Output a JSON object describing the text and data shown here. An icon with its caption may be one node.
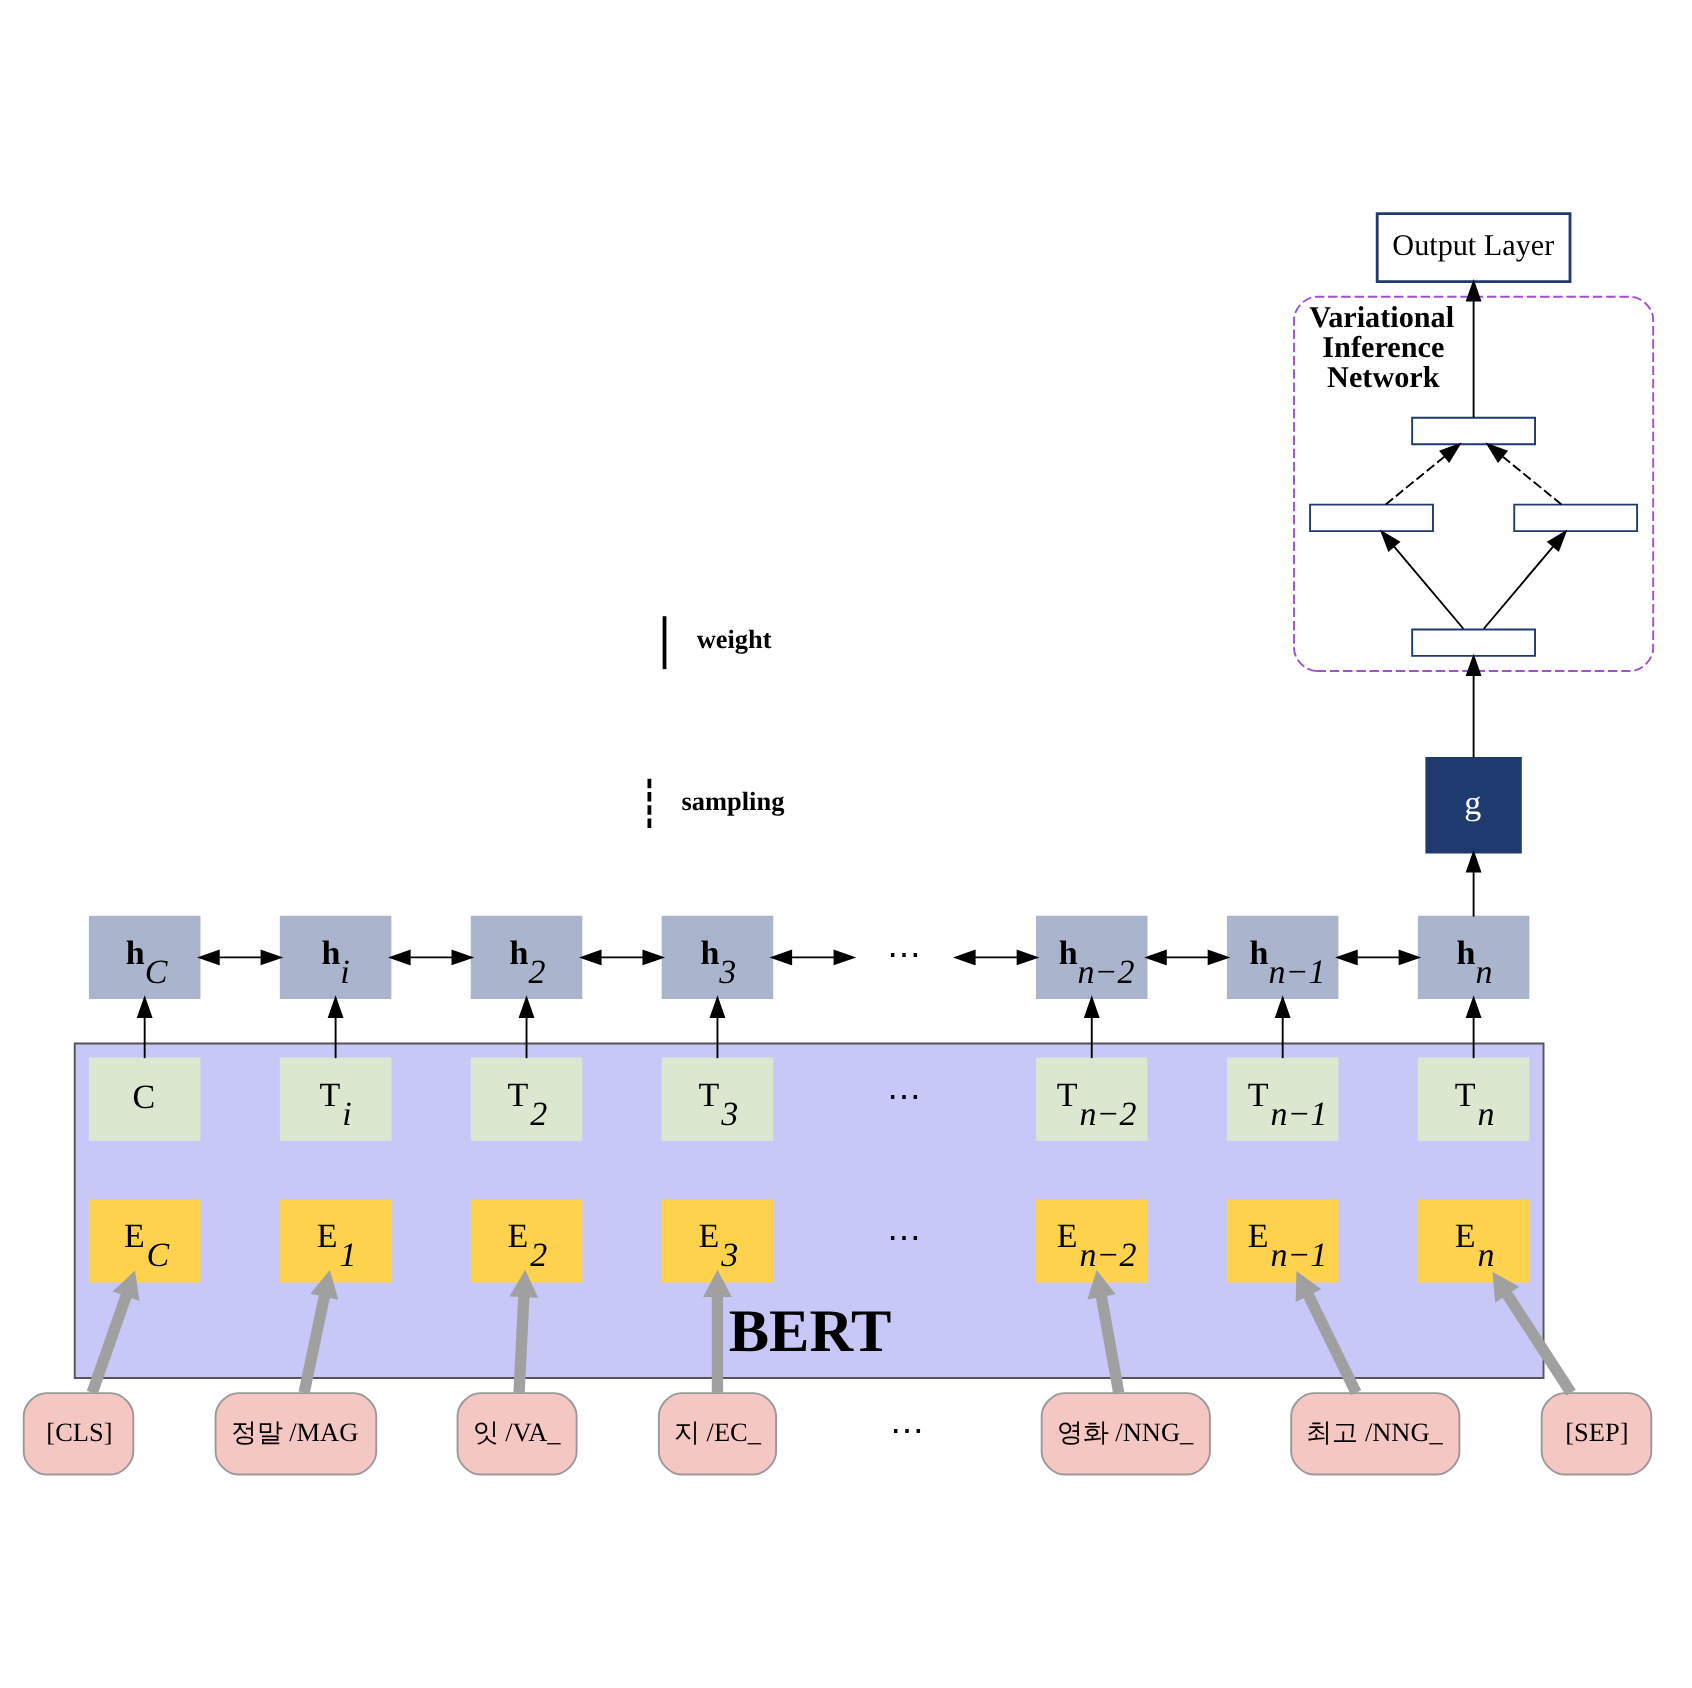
{
  "diagram": {
    "nodes": [
      {
        "text": [
          "BERT"
        ]
      },
      {
        "text": [
          "E$_{C}$"
        ],
        "in": 0
      },
      {
        "text": [
          "E$_{1}$"
        ],
        "in": 0
      },
      {
        "text": [
          "E$_{2}$"
        ],
        "in": 0
      },
      {
        "text": [
          "E$_{3}$"
        ],
        "in": 0
      },
      {
        "text": [
          "E$_{n−2}$"
        ],
        "in": 0
      },
      {
        "text": [
          "E$_{n−1}$"
        ],
        "in": 0
      },
      {
        "text": [
          "E$_{n}$"
        ],
        "in": 0
      },
      {
        "text": [
          "C"
        ],
        "in": 0
      },
      {
        "text": [
          "T$_{i}$"
        ],
        "in": 0
      },
      {
        "text": [
          "T$_{2}$"
        ],
        "in": 0
      },
      {
        "text": [
          "T$_{3}$"
        ],
        "in": 0
      },
      {
        "text": [
          "T$_{n−2}$"
        ],
        "in": 0
      },
      {
        "text": [
          "T$_{n−1}$"
        ],
        "in": 0
      },
      {
        "text": [
          "T$_{n}$"
        ],
        "in": 0
      },
      {
        "text": [
          "**h**$_{C}$"
        ]
      },
      {
        "text": [
          "**h**$_{i}$"
        ]
      },
      {
        "text": [
          "**h**$_{2}$"
        ]
      },
      {
        "text": [
          "**h**$_{3}$"
        ]
      },
      {
        "text": [
          "⋯"
        ]
      },
      {
        "text": [
          "**h**$_{n−2}$"
        ]
      },
      {
        "text": [
          "**h**$_{n−1}$"
        ]
      },
      {
        "text": [
          "**h**$_{n}$"
        ]
      },
      {
        "text": [
          "[CLS]"
        ]
      },
      {
        "text": [
          "정말 /MAG"
        ]
      },
      {
        "text": [
          "잇 /VA_"
        ]
      },
      {
        "text": [
          "지 /EC_"
        ]
      },
      {
        "text": [
          "영화 /NNG_"
        ]
      },
      {
        "text": [
          "최고 /NNG_"
        ]
      },
      {
        "text": [
          "[SEP]"
        ]
      },
      {
        "text": [
          "g"
        ]
      },
      {
        "text": [
          "Variational Inference Network"
        ]
      },
      {
        "text": [],
        "shape": "box",
        "in": 31
      },
      {
        "text": [],
        "shape": "box",
        "in": 31
      },
      {
        "text": [],
        "shape": "box",
        "in": 31
      },
      {
        "text": [],
        "shape": "box",
        "in": 31
      },
      {
        "text": [
          "Output Layer"
        ]
      }
    ],
    "edges": [
      {
        "from": 23,
        "to": 1,
        "arrow": "to",
        "style": "thick",
        "color": "#a0a0a0"
      },
      {
        "from": 24,
        "to": 2,
        "arrow": "to",
        "style": "thick",
        "color": "#a0a0a0"
      },
      {
        "from": 25,
        "to": 3,
        "arrow": "to",
        "style": "thick",
        "color": "#a0a0a0"
      },
      {
        "from": 26,
        "to": 4,
        "arrow": "to",
        "style": "thick",
        "color": "#a0a0a0"
      },
      {
        "from": 27,
        "to": 5,
        "arrow": "to",
        "style": "thick",
        "color": "#a0a0a0"
      },
      {
        "from": 28,
        "to": 6,
        "arrow": "to",
        "style": "thick",
        "color": "#a0a0a0"
      },
      {
        "from": 29,
        "to": 7,
        "arrow": "to",
        "style": "thick",
        "color": "#a0a0a0"
      },
      {
        "from": 8,
        "to": 15,
        "arrow": "to"
      },
      {
        "from": 9,
        "to": 16,
        "arrow": "to"
      },
      {
        "from": 10,
        "to": 17,
        "arrow": "to"
      },
      {
        "from": 11,
        "to": 18,
        "arrow": "to"
      },
      {
        "from": 12,
        "to": 20,
        "arrow": "to"
      },
      {
        "from": 13,
        "to": 21,
        "arrow": "to"
      },
      {
        "from": 14,
        "to": 22,
        "arrow": "to"
      },
      {
        "from": 15,
        "to": 16,
        "arrow": "both"
      },
      {
        "from": 16,
        "to": 17,
        "arrow": "both"
      },
      {
        "from": 17,
        "to": 18,
        "arrow": "both"
      },
      {
        "from": 18,
        "to": 19,
        "arrow": "both"
      },
      {
        "from": 19,
        "to": 20,
        "arrow": "both"
      },
      {
        "from": 20,
        "to": 21,
        "arrow": "both"
      },
      {
        "from": 21,
        "to": 22,
        "arrow": "both"
      },
      {
        "from": 22,
        "to": 30,
        "arrow": "to"
      },
      {
        "from": 30,
        "to": 32,
        "arrow": "to"
      },
      {
        "from": 32,
        "to": 33,
        "arrow": "to"
      },
      {
        "from": 32,
        "to": 34,
        "arrow": "to"
      },
      {
        "from": 33,
        "to": 35,
        "arrow": "to",
        "style": "dashed"
      },
      {
        "from": 34,
        "to": 35,
        "arrow": "to",
        "style": "dashed"
      },
      {
        "from": 35,
        "to": 36,
        "arrow": "to"
      }
    ],
    "labels": [
      "⋯",
      "⋯",
      "⋯"
    ],
    "legend": [
      {
        "text": "weight"
      },
      {
        "text": "sampling"
      }
    ]
  }
}
